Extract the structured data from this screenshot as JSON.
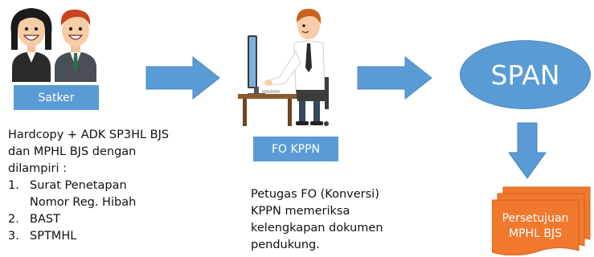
{
  "colors": {
    "box": "#5b9bd5",
    "arrow": "#5b9bd5",
    "doc": "#f0792e",
    "doc_edge": "#d9611a",
    "text": "#111111"
  },
  "satker": {
    "label": "Satker",
    "description_lines": [
      "Hardcopy + ADK SP3HL BJS",
      "dan MPHL BJS dengan",
      "dilampiri :"
    ],
    "requirements": [
      {
        "num": "1.",
        "lines": [
          "Surat Penetapan",
          "Nomor Reg. Hibah"
        ]
      },
      {
        "num": "2.",
        "lines": [
          "BAST"
        ]
      },
      {
        "num": "3.",
        "lines": [
          "SPTMHL"
        ]
      }
    ]
  },
  "fo": {
    "label": "FO KPPN",
    "description_lines": [
      "Petugas FO (Konversi)",
      "KPPN memeriksa",
      "kelengkapan dokumen",
      "pendukung."
    ]
  },
  "span": {
    "label": "SPAN"
  },
  "approval": {
    "lines": [
      "Persetujuan",
      "MPHL BJS"
    ]
  },
  "icons": [
    "woman-avatar-icon",
    "man-avatar-icon",
    "officer-at-computer-icon",
    "right-arrow-icon",
    "down-arrow-icon",
    "document-stack-icon"
  ]
}
